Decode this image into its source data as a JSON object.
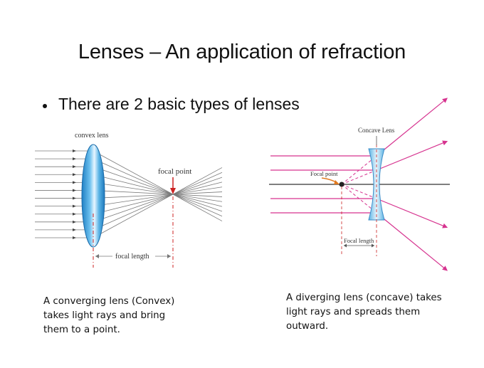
{
  "slide": {
    "title": "Lenses – An application of refraction",
    "bullet": "There are 2 basic types of lenses"
  },
  "convex_diagram": {
    "lens_label": "convex lens",
    "focal_point_label": "focal point",
    "focal_length_label": "focal length",
    "colors": {
      "lens": "#3aa0dc",
      "rays": "#7a7a7a",
      "axis_marker": "#cc2222",
      "arrow": "#cc2222"
    }
  },
  "concave_diagram": {
    "lens_label": "Concave Lens",
    "focal_point_label": "Focal point",
    "focal_length_label": "Focal length",
    "colors": {
      "lens": "#8ccaec",
      "rays": "#d6338f",
      "axis": "#333333",
      "arrow": "#e07a20",
      "focal_marker": "#cc2222"
    }
  },
  "captions": {
    "convex": "A converging lens (Convex) takes light rays and bring them to a point.",
    "concave": "A diverging lens (concave) takes light rays and spreads them outward."
  }
}
